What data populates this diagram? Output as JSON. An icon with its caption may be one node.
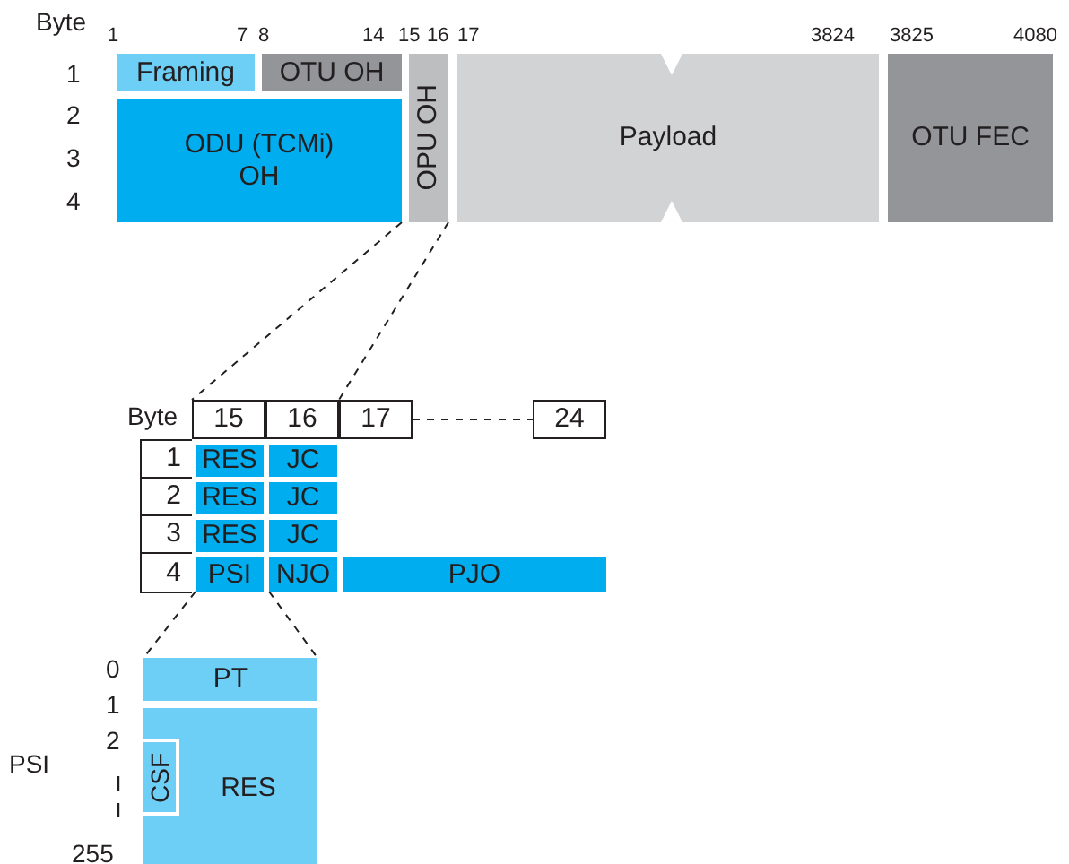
{
  "diagram": {
    "nodes": [
      {
        "text": [
          "Framing"
        ]
      },
      {
        "text": [
          "OTU OH"
        ]
      },
      {
        "text": [
          "ODU (TCMi) OH"
        ]
      },
      {
        "text": [
          "OPU OH"
        ]
      },
      {
        "text": [
          "Payload"
        ]
      },
      {
        "text": [
          "OTU FEC"
        ]
      },
      {
        "text": [
          "15"
        ]
      },
      {
        "text": [
          "16"
        ]
      },
      {
        "text": [
          "17"
        ]
      },
      {
        "text": [
          "24"
        ]
      },
      {
        "text": [
          "1"
        ]
      },
      {
        "text": [
          "RES"
        ]
      },
      {
        "text": [
          "JC"
        ]
      },
      {
        "text": [
          "2"
        ]
      },
      {
        "text": [
          "RES"
        ]
      },
      {
        "text": [
          "JC"
        ]
      },
      {
        "text": [
          "3"
        ]
      },
      {
        "text": [
          "RES"
        ]
      },
      {
        "text": [
          "JC"
        ]
      },
      {
        "text": [
          "4"
        ]
      },
      {
        "text": [
          "PSI"
        ]
      },
      {
        "text": [
          "NJO"
        ]
      },
      {
        "text": [
          "PJO"
        ]
      },
      {
        "text": [
          "PT"
        ]
      },
      {
        "text": [
          "RES"
        ]
      },
      {
        "text": [
          "CSF"
        ],
        "in": 24
      }
    ],
    "edges": [
      {
        "from": 2,
        "to": 6,
        "arrow": "none",
        "style": "dashed"
      },
      {
        "from": 3,
        "to": 7,
        "arrow": "none",
        "style": "dashed"
      },
      {
        "from": 8,
        "to": 9,
        "arrow": "none",
        "style": "dashed"
      },
      {
        "from": 20,
        "to": 23,
        "arrow": "none",
        "style": "dashed"
      },
      {
        "from": 21,
        "to": 23,
        "arrow": "none",
        "style": "dashed"
      }
    ],
    "labels": [
      "Byte",
      "1",
      "7",
      "8",
      "14",
      "15",
      "16",
      "17",
      "3824",
      "3825",
      "4080",
      "1",
      "2",
      "3",
      "4",
      "Byte",
      "0",
      "1",
      "2",
      "PSI",
      "255"
    ]
  }
}
